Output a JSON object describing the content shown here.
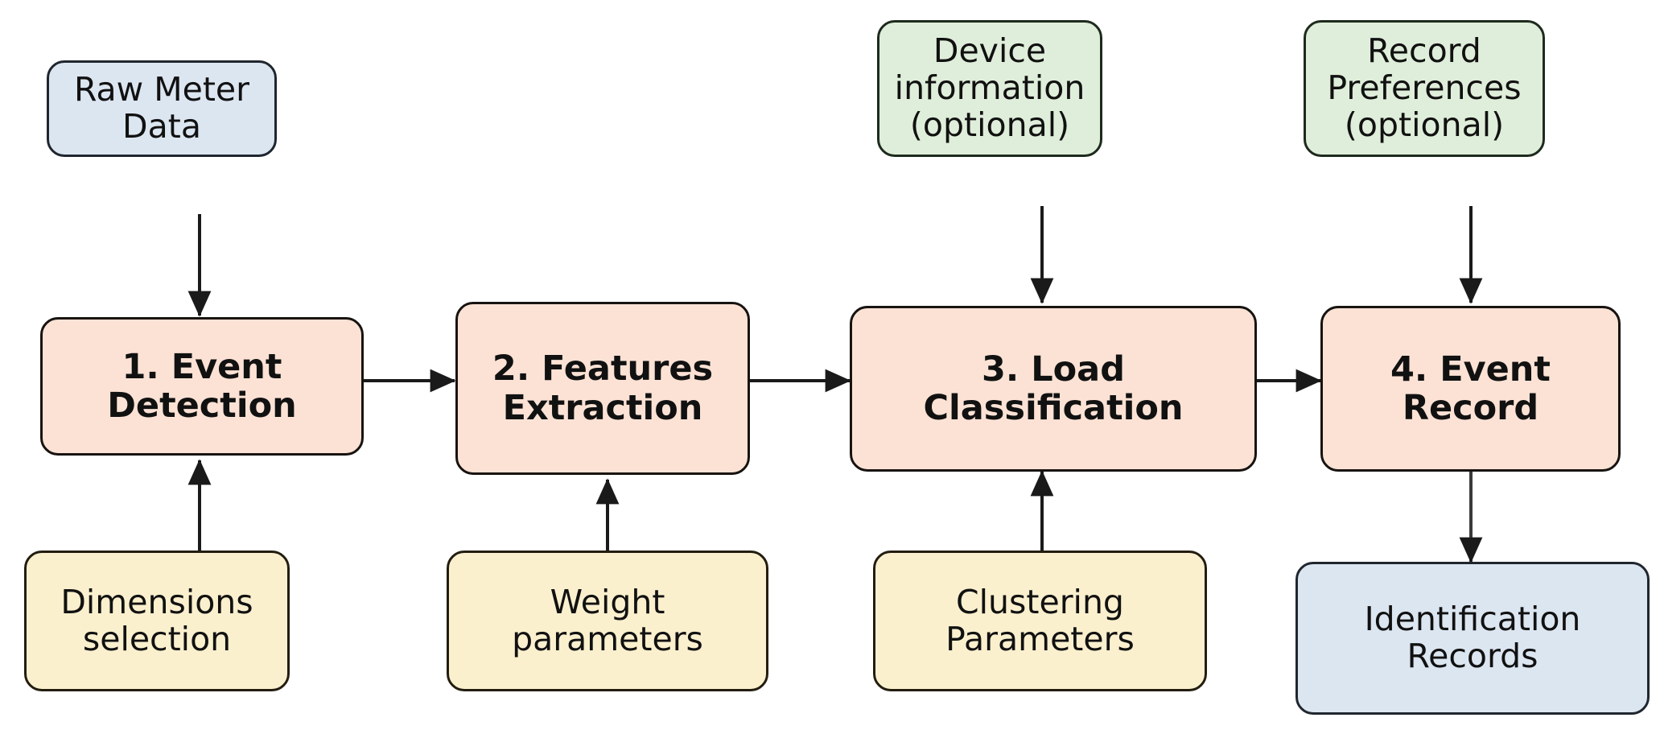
{
  "diagram": {
    "title": "Load identification pipeline flowchart",
    "colors": {
      "blue_fill": "#dce6f1",
      "green_fill": "#dfeeda",
      "yellow_fill": "#fbf0ce",
      "peach_fill": "#fbe2d5",
      "stroke": "#1a1a1a",
      "background": "#ffffff"
    },
    "nodes": [
      {
        "id": "raw-meter-data",
        "label": "Raw Meter\nData",
        "kind": "input",
        "color": "blue"
      },
      {
        "id": "device-information",
        "label": "Device\ninformation\n(optional)",
        "kind": "optional-input",
        "color": "green"
      },
      {
        "id": "record-preferences",
        "label": "Record\nPreferences\n(optional)",
        "kind": "optional-input",
        "color": "green"
      },
      {
        "id": "event-detection",
        "label": "1.  Event\nDetection",
        "kind": "process",
        "color": "peach"
      },
      {
        "id": "features-extraction",
        "label": "2. Features\nExtraction",
        "kind": "process",
        "color": "peach"
      },
      {
        "id": "load-classification",
        "label": "3. Load\nClassification",
        "kind": "process",
        "color": "peach"
      },
      {
        "id": "event-record",
        "label": "4. Event\nRecord",
        "kind": "process",
        "color": "peach"
      },
      {
        "id": "dimensions-selection",
        "label": "Dimensions\nselection",
        "kind": "parameter",
        "color": "yellow"
      },
      {
        "id": "weight-parameters",
        "label": "Weight\nparameters",
        "kind": "parameter",
        "color": "yellow"
      },
      {
        "id": "clustering-parameters",
        "label": "Clustering\nParameters",
        "kind": "parameter",
        "color": "yellow"
      },
      {
        "id": "identification-records",
        "label": "Identification\nRecords",
        "kind": "output",
        "color": "blue"
      }
    ],
    "edges": [
      {
        "from": "raw-meter-data",
        "to": "event-detection",
        "direction": "down"
      },
      {
        "from": "dimensions-selection",
        "to": "event-detection",
        "direction": "up"
      },
      {
        "from": "event-detection",
        "to": "features-extraction",
        "direction": "right"
      },
      {
        "from": "weight-parameters",
        "to": "features-extraction",
        "direction": "up"
      },
      {
        "from": "features-extraction",
        "to": "load-classification",
        "direction": "right"
      },
      {
        "from": "device-information",
        "to": "load-classification",
        "direction": "down"
      },
      {
        "from": "clustering-parameters",
        "to": "load-classification",
        "direction": "up"
      },
      {
        "from": "load-classification",
        "to": "event-record",
        "direction": "right"
      },
      {
        "from": "record-preferences",
        "to": "event-record",
        "direction": "down"
      },
      {
        "from": "event-record",
        "to": "identification-records",
        "direction": "down"
      }
    ]
  }
}
